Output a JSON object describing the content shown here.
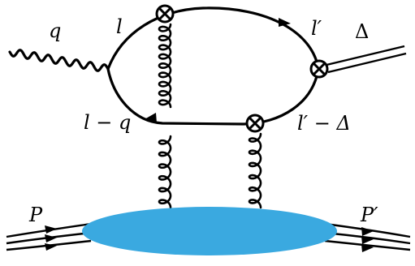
{
  "labels": {
    "q": "q",
    "l": "l",
    "l_prime": "l′",
    "delta": "Δ",
    "l_minus_q": "l − q",
    "l_prime_minus_delta": "l′ − Δ",
    "p": "P",
    "p_prime": "P′"
  },
  "colors": {
    "target_blob": "#3aa9e0",
    "lines": "#000000"
  },
  "icons": {
    "vertex": "circled-cross-icon",
    "arrow": "arrowhead-icon"
  }
}
